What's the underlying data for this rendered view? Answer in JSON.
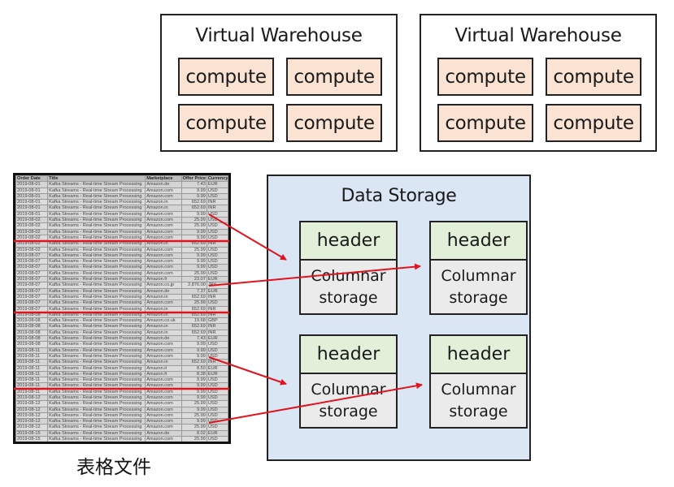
{
  "warehouses": [
    {
      "title": "Virtual Warehouse",
      "computes": [
        "compute",
        "compute",
        "compute",
        "compute"
      ]
    },
    {
      "title": "Virtual Warehouse",
      "computes": [
        "compute",
        "compute",
        "compute",
        "compute"
      ]
    }
  ],
  "data_storage": {
    "title": "Data Storage",
    "blocks": [
      {
        "header": "header",
        "body_line1": "Columnar",
        "body_line2": "storage"
      },
      {
        "header": "header",
        "body_line1": "Columnar",
        "body_line2": "storage"
      },
      {
        "header": "header",
        "body_line1": "Columnar",
        "body_line2": "storage"
      },
      {
        "header": "header",
        "body_line1": "Columnar",
        "body_line2": "storage"
      }
    ]
  },
  "spreadsheet": {
    "caption": "表格文件",
    "columns": [
      "Order Date",
      "Title",
      "Marketplace",
      "Offer Price",
      "Currency"
    ],
    "rows": [
      [
        "2019-08-01",
        "Kafka Streams - Real-time Stream Processing",
        "Amazon.de",
        "7.43",
        "EUR"
      ],
      [
        "2019-08-01",
        "Kafka Streams - Real-time Stream Processing",
        "Amazon.com",
        "9.99",
        "USD"
      ],
      [
        "2019-08-01",
        "Kafka Streams - Real-time Stream Processing",
        "Amazon.com",
        "9.99",
        "USD"
      ],
      [
        "2019-08-01",
        "Kafka Streams - Real-time Stream Processing",
        "Amazon.in",
        "652.69",
        "INR"
      ],
      [
        "2019-08-01",
        "Kafka Streams - Real-time Stream Processing",
        "Amazon.in",
        "652.69",
        "INR"
      ],
      [
        "2019-08-01",
        "Kafka Streams - Real-time Stream Processing",
        "Amazon.com",
        "9.99",
        "USD"
      ],
      [
        "2019-08-02",
        "Kafka Streams - Real-time Stream Processing",
        "Amazon.com",
        "25.99",
        "USD"
      ],
      [
        "2019-08-02",
        "Kafka Streams - Real-time Stream Processing",
        "Amazon.com",
        "25.99",
        "USD"
      ],
      [
        "2019-08-02",
        "Kafka Streams - Real-time Stream Processing",
        "Amazon.com",
        "9.99",
        "USD"
      ],
      [
        "2019-08-02",
        "Kafka Streams - Real-time Stream Processing",
        "Amazon.com",
        "9.99",
        "USD"
      ],
      [
        "2019-08-02",
        "Kafka Streams - Real-time Stream Processing",
        "Amazon.in",
        "652.69",
        "INR"
      ],
      [
        "2019-08-02",
        "Kafka Streams - Real-time Stream Processing",
        "Amazon.com",
        "25.99",
        "USD"
      ],
      [
        "2019-08-07",
        "Kafka Streams - Real-time Stream Processing",
        "Amazon.com",
        "9.99",
        "USD"
      ],
      [
        "2019-08-07",
        "Kafka Streams - Real-time Stream Processing",
        "Amazon.com",
        "9.99",
        "USD"
      ],
      [
        "2019-08-07",
        "Kafka Streams - Real-time Stream Processing",
        "Amazon.com",
        "9.99",
        "USD"
      ],
      [
        "2019-08-07",
        "Kafka Streams - Real-time Stream Processing",
        "Amazon.com",
        "25.99",
        "USD"
      ],
      [
        "2019-08-07",
        "Kafka Streams - Real-time Stream Processing",
        "Amazon.fr",
        "23.07",
        "EUR"
      ],
      [
        "2019-08-07",
        "Kafka Streams - Real-time Stream Processing",
        "Amazon.co.jp",
        "2,876.00",
        "JPY"
      ],
      [
        "2019-08-07",
        "Kafka Streams - Real-time Stream Processing",
        "Amazon.de",
        "7.37",
        "EUR"
      ],
      [
        "2019-08-07",
        "Kafka Streams - Real-time Stream Processing",
        "Amazon.in",
        "652.69",
        "INR"
      ],
      [
        "2019-08-07",
        "Kafka Streams - Real-time Stream Processing",
        "Amazon.com",
        "25.99",
        "USD"
      ],
      [
        "2019-08-07",
        "Kafka Streams - Real-time Stream Processing",
        "Amazon.in",
        "652.69",
        "INR"
      ],
      [
        "2019-08-08",
        "Kafka Streams - Real-time Stream Processing",
        "Amazon.in",
        "652.69",
        "INR"
      ],
      [
        "2019-08-08",
        "Kafka Streams - Real-time Stream Processing",
        "Amazon.co.uk",
        "19.68",
        "GBP"
      ],
      [
        "2019-08-08",
        "Kafka Streams - Real-time Stream Processing",
        "Amazon.in",
        "652.69",
        "INR"
      ],
      [
        "2019-08-08",
        "Kafka Streams - Real-time Stream Processing",
        "Amazon.in",
        "652.69",
        "INR"
      ],
      [
        "2019-08-08",
        "Kafka Streams - Real-time Stream Processing",
        "Amazon.de",
        "7.43",
        "EUR"
      ],
      [
        "2019-08-08",
        "Kafka Streams - Real-time Stream Processing",
        "Amazon.com",
        "9.99",
        "USD"
      ],
      [
        "2019-08-11",
        "Kafka Streams - Real-time Stream Processing",
        "Amazon.com",
        "9.99",
        "USD"
      ],
      [
        "2019-08-11",
        "Kafka Streams - Real-time Stream Processing",
        "Amazon.com",
        "9.99",
        "USD"
      ],
      [
        "2019-08-11",
        "Kafka Streams - Real-time Stream Processing",
        "Amazon.in",
        "652.69",
        "INR"
      ],
      [
        "2019-08-11",
        "Kafka Streams - Real-time Stream Processing",
        "Amazon.it",
        "8.50",
        "EUR"
      ],
      [
        "2019-08-11",
        "Kafka Streams - Real-time Stream Processing",
        "Amazon.fr",
        "8.38",
        "EUR"
      ],
      [
        "2019-08-11",
        "Kafka Streams - Real-time Stream Processing",
        "Amazon.com",
        "9.99",
        "USD"
      ],
      [
        "2019-08-11",
        "Kafka Streams - Real-time Stream Processing",
        "Amazon.com",
        "9.99",
        "USD"
      ],
      [
        "2019-08-11",
        "Kafka Streams - Real-time Stream Processing",
        "Amazon.com",
        "9.99",
        "USD"
      ],
      [
        "2019-08-12",
        "Kafka Streams - Real-time Stream Processing",
        "Amazon.com",
        "9.99",
        "USD"
      ],
      [
        "2019-08-12",
        "Kafka Streams - Real-time Stream Processing",
        "Amazon.com",
        "25.99",
        "USD"
      ],
      [
        "2019-08-12",
        "Kafka Streams - Real-time Stream Processing",
        "Amazon.com",
        "9.99",
        "USD"
      ],
      [
        "2019-08-12",
        "Kafka Streams - Real-time Stream Processing",
        "Amazon.com",
        "25.99",
        "USD"
      ],
      [
        "2019-08-12",
        "Kafka Streams - Real-time Stream Processing",
        "Amazon.com",
        "9.99",
        "USD"
      ],
      [
        "2019-08-12",
        "Kafka Streams - Real-time Stream Processing",
        "Amazon.com",
        "25.99",
        "USD"
      ],
      [
        "2019-08-15",
        "Kafka Streams - Real-time Stream Processing",
        "Amazon.de",
        "8.02",
        "EUR"
      ],
      [
        "2019-08-15",
        "Kafka Streams - Real-time Stream Processing",
        "Amazon.com",
        "25.99",
        "USD"
      ]
    ],
    "split_after_rows": [
      10,
      22,
      35
    ]
  },
  "colors": {
    "compute_fill": "#fbe3d3",
    "storage_bg": "#dbe6f4",
    "header_fill": "#e2efd9",
    "columnar_fill": "#ebebeb",
    "arrow": "#e0141e"
  }
}
